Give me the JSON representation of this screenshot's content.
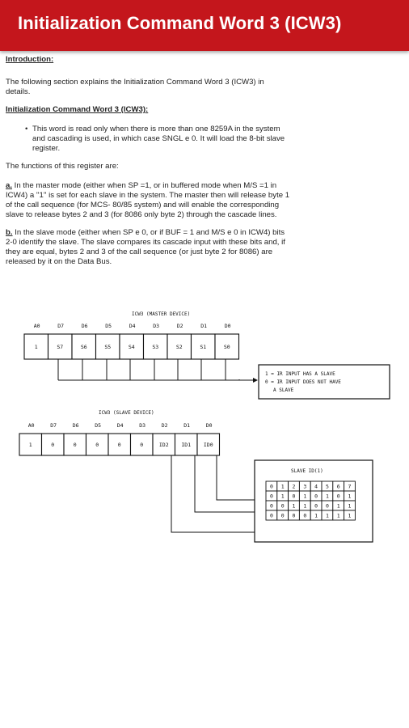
{
  "appbar": {
    "title": "Initialization Command Word 3 (ICW3)"
  },
  "intro": {
    "heading": "Introduction:",
    "body": "The following section explains the Initialization Command Word 3 (ICW3) in details."
  },
  "section": {
    "heading": "Initialization Command Word 3 (ICW3):",
    "bullet": "This word is read only when there is more than one 8259A in the system and cascading is used, in which case SNGL e 0. It will load the 8-bit slave register.",
    "functions_intro": "The functions of this register are:",
    "item_a_letter": "a.",
    "item_a": " In the master mode (either when SP =1, or in buffered mode when M/S =1 in ICW4) a ''1'' is set for each slave in the system. The master then will release byte 1 of the call sequence (for MCS- 80/85 system) and will enable the corresponding slave to release bytes 2 and 3 (for 8086 only byte 2) through the cascade lines.",
    "item_b_letter": "b.",
    "item_b": " In the slave mode (either when SP e 0, or if BUF = 1 and M/S e 0 in ICW4) bits 2-0 identify the slave. The slave compares its cascade input with these bits and, if they are equal, bytes 2 and 3 of the call sequence (or just byte 2 for 8086) are released by it on the Data Bus."
  },
  "diagram": {
    "master_title": "ICW3 (MASTER DEVICE)",
    "master_headers": [
      "A0",
      "D7",
      "D6",
      "D5",
      "D4",
      "D3",
      "D2",
      "D1",
      "D0"
    ],
    "master_cells": [
      "1",
      "S7",
      "S6",
      "S5",
      "S4",
      "S3",
      "S2",
      "S1",
      "S0"
    ],
    "legend_line1": "1 = IR INPUT HAS A SLAVE",
    "legend_line2": "0 = IR INPUT DOES NOT HAVE",
    "legend_line3": "A SLAVE",
    "slave_title": "ICW3 (SLAVE DEVICE)",
    "slave_headers": [
      "A0",
      "D7",
      "D6",
      "D5",
      "D4",
      "D3",
      "D2",
      "D1",
      "D0"
    ],
    "slave_cells": [
      "1",
      "0",
      "0",
      "0",
      "0",
      "0",
      "ID2",
      "ID1",
      "ID0"
    ],
    "slave_id_title": "SLAVE ID(1)",
    "slave_id_header": [
      "0",
      "1",
      "2",
      "3",
      "4",
      "5",
      "6",
      "7"
    ],
    "slave_id_rows": [
      [
        "0",
        "1",
        "0",
        "1",
        "0",
        "1",
        "0",
        "1"
      ],
      [
        "0",
        "0",
        "1",
        "1",
        "0",
        "0",
        "1",
        "1"
      ],
      [
        "0",
        "0",
        "0",
        "0",
        "1",
        "1",
        "1",
        "1"
      ]
    ]
  }
}
